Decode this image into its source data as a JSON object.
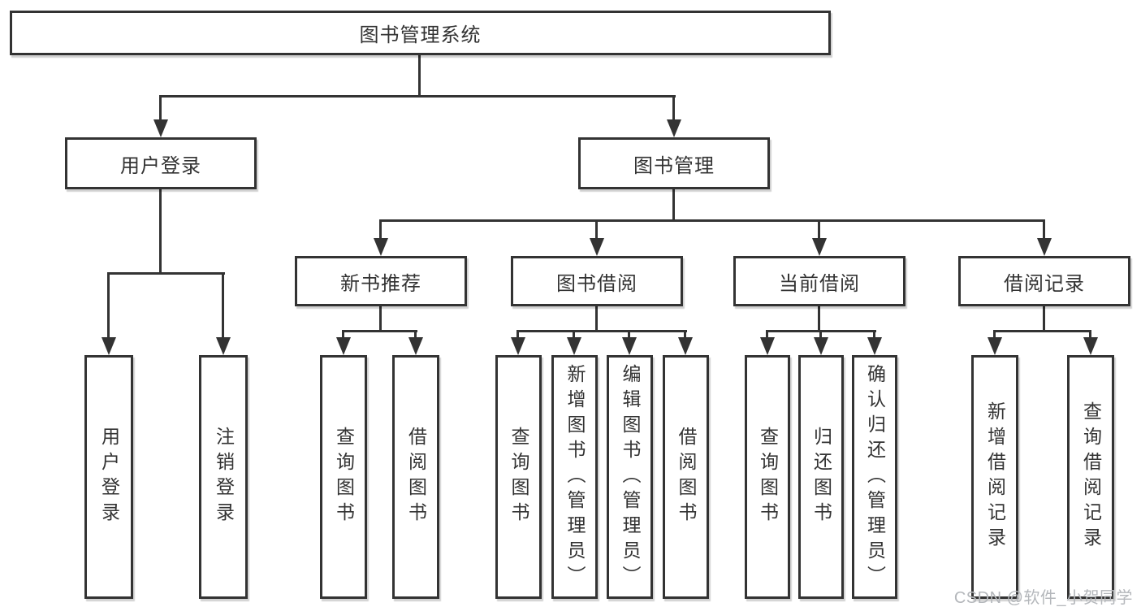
{
  "diagram": {
    "root": {
      "label": "图书管理系统"
    },
    "level2": [
      {
        "label": "用户登录"
      },
      {
        "label": "图书管理"
      }
    ],
    "level3": [
      {
        "label": "新书推荐"
      },
      {
        "label": "图书借阅"
      },
      {
        "label": "当前借阅"
      },
      {
        "label": "借阅记录"
      }
    ],
    "leaves": {
      "user_login": [
        {
          "label": "用户登录"
        },
        {
          "label": "注销登录"
        }
      ],
      "new_book": [
        {
          "label": "查询图书"
        },
        {
          "label": "借阅图书"
        }
      ],
      "book_borrow": [
        {
          "label": "查询图书"
        },
        {
          "label": "新增图书（管理员）"
        },
        {
          "label": "编辑图书（管理员）"
        },
        {
          "label": "借阅图书"
        }
      ],
      "current_borrow": [
        {
          "label": "查询图书"
        },
        {
          "label": "归还图书"
        },
        {
          "label": "确认归还（管理员）"
        }
      ],
      "borrow_record": [
        {
          "label": "新增借阅记录"
        },
        {
          "label": "查询借阅记录"
        }
      ]
    }
  },
  "watermark": {
    "text": "CSDN @软件_小贺同学"
  },
  "colors": {
    "line": "#333333",
    "text": "#333333",
    "box_bg": "#ffffff",
    "watermark": "#b4b7bb",
    "background": "#ffffff"
  }
}
